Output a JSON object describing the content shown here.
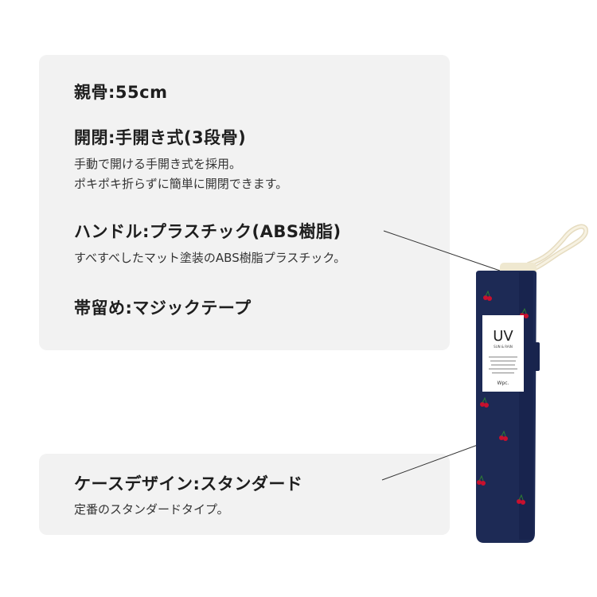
{
  "specs": {
    "ribs_heading": "親骨:55cm",
    "open_heading": "開閉:手開き式(3段骨)",
    "open_desc_1": "手動で開ける手開き式を採用。",
    "open_desc_2": "ポキポキ折らずに簡単に開閉できます。",
    "handle_heading": "ハンドル:プラスチック(ABS樹脂)",
    "handle_desc": "すべすべしたマット塗装のABS樹脂プラスチック。",
    "strap_heading": "帯留め:マジックテープ"
  },
  "case_info": {
    "heading": "ケースデザイン:スタンダード",
    "desc": "定番のスタンダードタイプ。"
  },
  "product_tag": {
    "big_text": "UV",
    "sub_text": "SUN & RAIN",
    "brand": "Wpc."
  },
  "colors": {
    "umbrella_navy": "#1d2a55",
    "cherry_red": "#c8102e",
    "strap_cream": "#f1ebd6",
    "panel_gray": "#f2f2f2"
  }
}
